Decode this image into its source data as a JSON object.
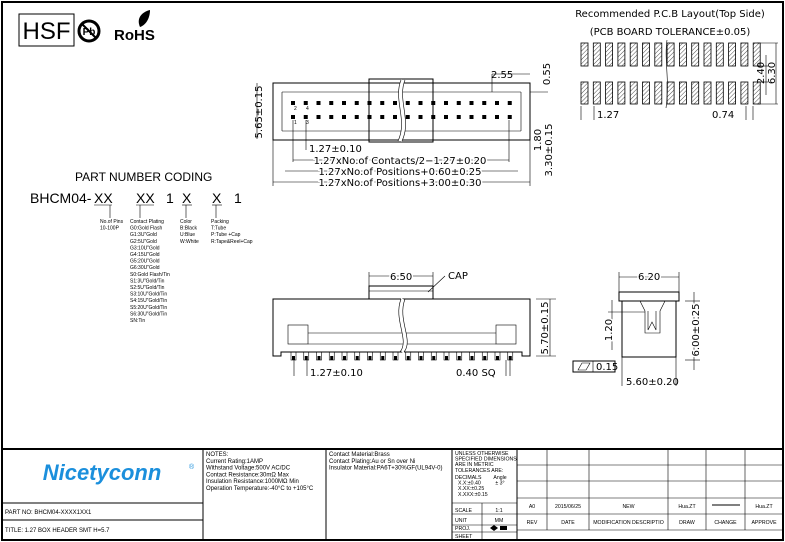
{
  "header": {
    "hsf": "HSF",
    "pb": "Pb",
    "rohs": "RoHS"
  },
  "pcb_layout": {
    "title": "Recommended P.C.B Layout(Top Side)",
    "tolerance": "(PCB BOARD TOLERANCE±0.05)",
    "dims": {
      "height_a": "2.40",
      "height_b": "6.30",
      "pitch": "1.27",
      "pad_width": "0.74"
    }
  },
  "top_view": {
    "dims": {
      "overall_h": "5.65±0.15",
      "pitch": "1.27±0.10",
      "contacts": "1.27xNo.of  Contacts/2−1.27±0.20",
      "positions_a": "1.27xNo.of  Positions+0.60±0.25",
      "positions_b": "1.27xNo.of  Positions+3.00±0.30",
      "d255": "2.55",
      "d055": "0.55",
      "d180": "1.80",
      "d330": "3.30±0.15"
    },
    "pin_labels": [
      "2",
      "4",
      "1",
      "3"
    ]
  },
  "front_view": {
    "dims": {
      "cap_w": "6.50",
      "cap_label": "CAP",
      "height": "5.70±0.15",
      "pitch": "1.27±0.10",
      "pin_sq": "0.40  SQ"
    }
  },
  "side_view": {
    "dims": {
      "width_top": "6.20",
      "d120": "1.20",
      "height": "6.00±0.25",
      "width_bottom": "5.60±0.20",
      "flatness": "0.15"
    }
  },
  "part_coding": {
    "title": "PART NUMBER CODING",
    "code": [
      "BHCM04-",
      "XX",
      "XX",
      "1",
      "X",
      "X",
      "1"
    ],
    "pins": [
      "No.of Pins",
      "10-100P"
    ],
    "plating": [
      "Contact Plating",
      "G0:Gold Flash",
      "G1:3U\"Gold",
      "G2:5U\"Gold",
      "G3:10U\"Gold",
      "G4:15U\"Gold",
      "G5:20U\"Gold",
      "G6:30U\"Gold",
      "S0:Gold Flash/Tin",
      "S1:3U\"Gold/Tin",
      "S2:5U\"Gold/Tin",
      "S3:10U\"Gold/Tin",
      "S4:15U\"Gold/Tin",
      "S5:20U\"Gold/Tin",
      "S6:30U\"Gold/Tin",
      "SN:Tin"
    ],
    "color": [
      "Color",
      "B:Black",
      "U:Blue",
      "W:White"
    ],
    "packing": [
      "Packing",
      "T:Tube",
      "P:Tube +Cap",
      "R:Tape&Reel+Cap"
    ]
  },
  "title_block": {
    "logo": "Nicetyconn",
    "logo_reg": "®",
    "brand_color": "#1b8fdc",
    "part_no": "PART NO:  BHCM04-XXXX1XX1",
    "title": "TITLE:  1.27 BOX HEADER SMT  H=5.7",
    "notes": [
      "NOTES:",
      "Current Rating:1AMP",
      "Withstand Voltage:500V AC/DC",
      "Contact Resistance:30mΩ Max",
      "Insulation Resistance:1000MΩ Min",
      "Operation Temperature:-40°C to +105°C"
    ],
    "materials": [
      "Contact Material:Brass",
      "Contact Plating:Au or Sn over Ni",
      "Insulator Material:PA6T+30%GF(UL94V-0)"
    ],
    "tolerances": [
      "UNLESS OTHERWISE",
      "SPECIFIED DIMENSIONS",
      "ARE IN METRIC",
      "TOLERANCES  ARE:"
    ],
    "decimals": [
      "DECIMALS",
      "X.X:±0.40",
      "X.XX:±0.25",
      "X.XXX:±0.15"
    ],
    "angle": [
      "Angle",
      "± 3°"
    ],
    "scale_label": "SCALE",
    "scale_value": "1:1",
    "unit_label": "UNIT",
    "unit_value": "MM",
    "proj_label": "PROJ.",
    "sheet_label": "SHEET",
    "revision": {
      "rev": "A0",
      "date": "2015/06/25",
      "desc": "NEW",
      "draw": "Hua.ZT",
      "change": "",
      "approve": "Hua.ZT"
    },
    "rev_headers": [
      "REV",
      "DATE",
      "MODIFICATION DESCRIPTIO",
      "DRAW",
      "CHANGE",
      "APPROVE"
    ]
  }
}
